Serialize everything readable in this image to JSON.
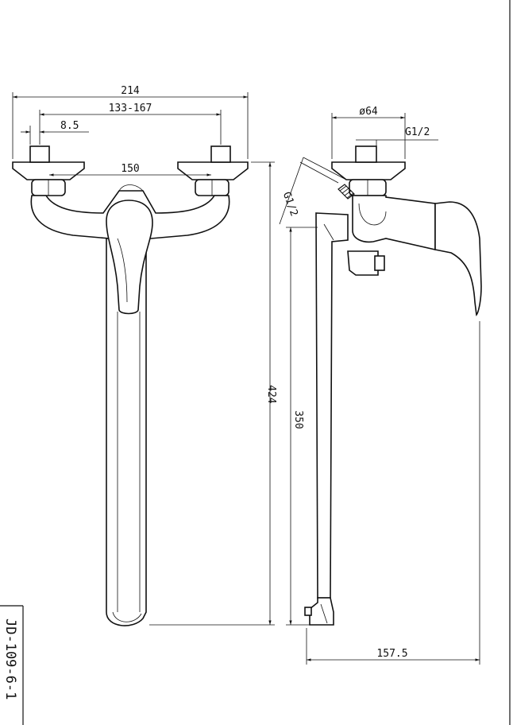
{
  "dimensions": {
    "overall_width": "214",
    "center_range": "133-167",
    "inlet_offset": "8.5",
    "inner_width": "150",
    "total_height": "424",
    "spout_height": "350",
    "flange_diameter": "ø64",
    "thread_top": "G1/2",
    "thread_outlet": "G1/2",
    "depth": "157.5"
  },
  "drawing_code": "JD-109-6-1"
}
